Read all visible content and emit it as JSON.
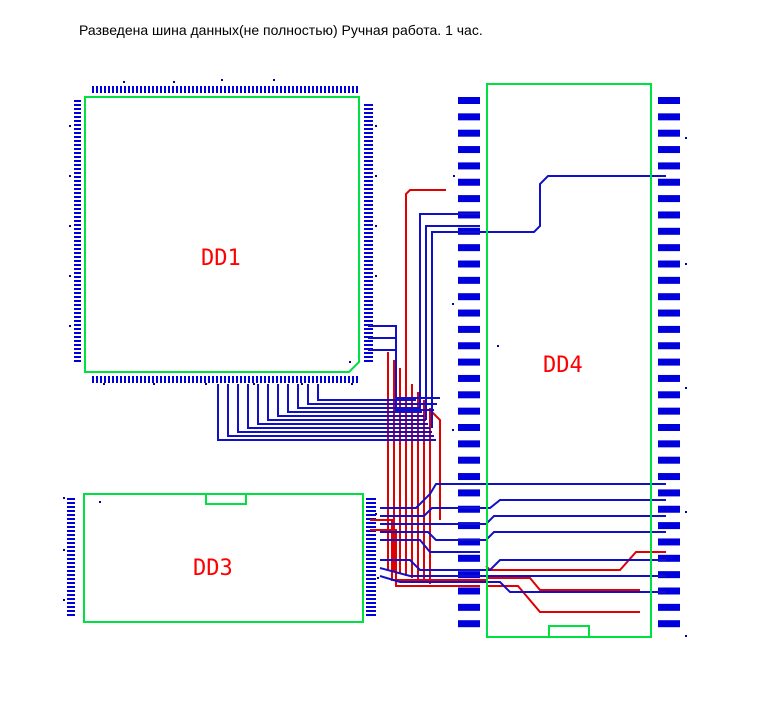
{
  "caption": "Разведена шина данных(не полностью) Ручная работа. 1 час.",
  "components": {
    "dd1": {
      "designator": "DD1"
    },
    "dd3": {
      "designator": "DD3"
    },
    "dd4": {
      "designator": "DD4"
    }
  },
  "colors": {
    "outline": "#00e040",
    "pad": "#0000dd",
    "top_layer_trace": "#e00000",
    "bottom_layer_trace": "#1010c8",
    "designator": "#ff0000",
    "background": "#ffffff"
  },
  "layers": [
    "top-red",
    "bottom-blue"
  ]
}
